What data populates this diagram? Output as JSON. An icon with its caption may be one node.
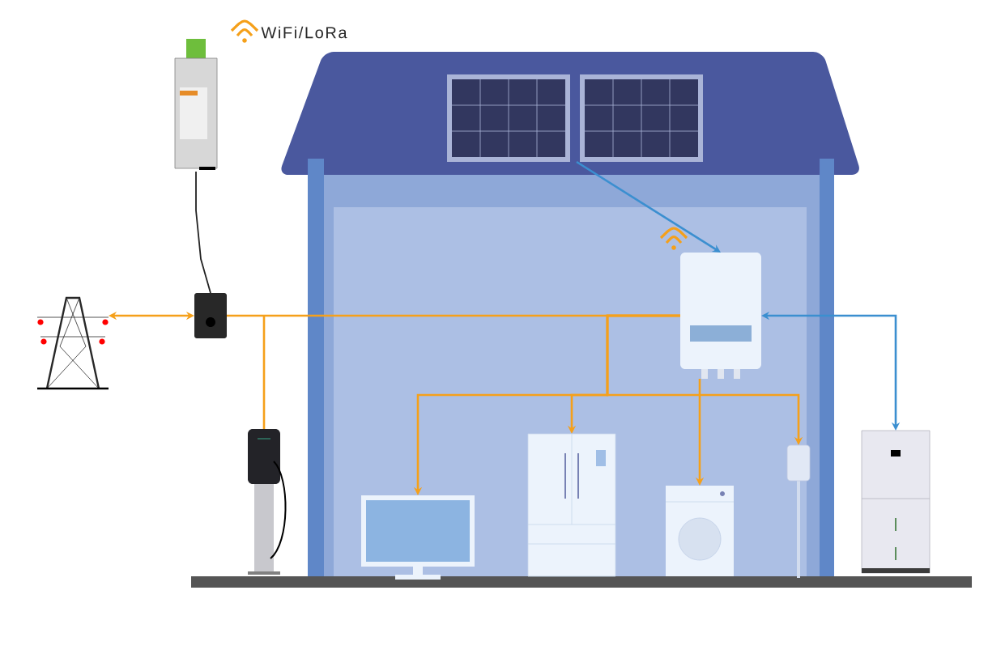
{
  "diagram": {
    "nodes": [
      {
        "text": [],
        "shape": "picture",
        "beside": [
          "WiFi/LoRa"
        ]
      },
      {
        "text": [],
        "shape": "picture"
      },
      {
        "text": [],
        "shape": "picture"
      },
      {
        "text": [],
        "shape": "picture"
      },
      {
        "text": [],
        "shape": "picture"
      },
      {
        "text": [],
        "shape": "picture"
      },
      {
        "text": [],
        "shape": "picture"
      },
      {
        "text": [],
        "shape": "picture"
      },
      {
        "text": [],
        "shape": "picture"
      },
      {
        "text": [],
        "shape": "picture"
      },
      {
        "text": [],
        "shape": "picture"
      }
    ],
    "edges": [
      {
        "from": 0,
        "to": 1,
        "arrow": "none",
        "color": "#222222"
      },
      {
        "from": 1,
        "to": 2,
        "arrow": "both"
      },
      {
        "from": 1,
        "to": 4,
        "arrow": "none"
      },
      {
        "from": 1,
        "to": 5,
        "arrow": "none"
      },
      {
        "from": 4,
        "to": 6,
        "arrow": "to"
      },
      {
        "from": 4,
        "to": 7,
        "arrow": "to"
      },
      {
        "from": 4,
        "to": 8,
        "arrow": "to"
      },
      {
        "from": 4,
        "to": 9,
        "arrow": "to"
      },
      {
        "from": 3,
        "to": 4,
        "arrow": "to",
        "color": "#3b8fd0"
      },
      {
        "from": 4,
        "to": 10,
        "arrow": "both",
        "color": "#3b8fd0"
      }
    ]
  }
}
